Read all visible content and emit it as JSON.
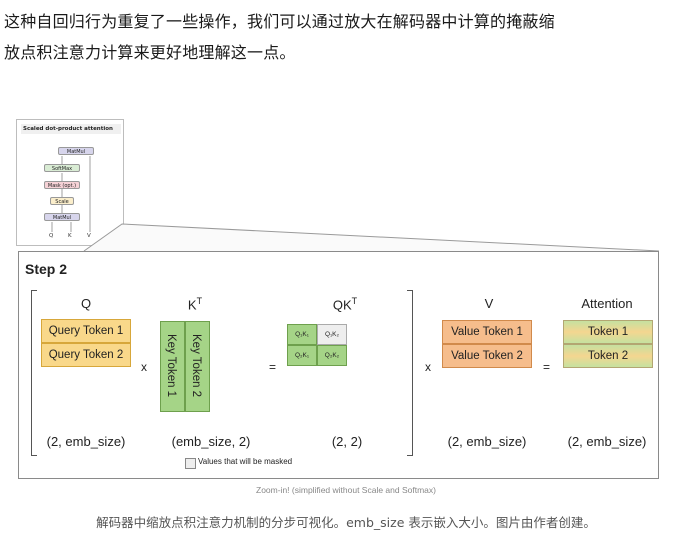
{
  "paragraph": {
    "line1": "这种自回归行为重复了一些操作，我们可以通过放大在解码器中计算的掩蔽缩",
    "line2": "放点积注意力计算来更好地理解这一点。"
  },
  "thumbnail": {
    "title": "Scaled dot-product attention",
    "boxes": [
      "MatMul",
      "SoftMax",
      "Mask (opt.)",
      "Scale",
      "MatMul"
    ],
    "inputs": [
      "Q",
      "K",
      "V"
    ]
  },
  "figure": {
    "step_label": "Step 2",
    "headers": {
      "q": "Q",
      "kt": "K",
      "kt_sup": "T",
      "qkt": "QK",
      "qkt_sup": "T",
      "v": "V",
      "attention": "Attention"
    },
    "q_rows": [
      "Query Token 1",
      "Query Token 2"
    ],
    "k_cols": [
      "Key Token 1",
      "Key Token 2"
    ],
    "qk_cells": {
      "r1c1": "Q₁K₁",
      "r1c2": "Q₁K₂",
      "r2c1": "Q₂K₁",
      "r2c2": "Q₂K₂"
    },
    "v_rows": [
      "Value Token 1",
      "Value Token 2"
    ],
    "attn_rows": [
      "Token 1",
      "Token 2"
    ],
    "ops": {
      "x1": "x",
      "eq1": "=",
      "x2": "x",
      "eq2": "="
    },
    "shapes": {
      "q": "(2, emb_size)",
      "kt": "(emb_size, 2)",
      "qkt": "(2, 2)",
      "v": "(2, emb_size)",
      "attention": "(2, emb_size)"
    },
    "legend": "Values that will be masked",
    "colors": {
      "yellow": "#f9d88a",
      "green": "#a5d487",
      "orange": "#f6bd8c",
      "masked": "#eeeeee"
    }
  },
  "zoom_note": "Zoom-in! (simplified without Scale and Softmax)",
  "caption": "解码器中缩放点积注意力机制的分步可视化。emb_size 表示嵌入大小。图片由作者创建。"
}
